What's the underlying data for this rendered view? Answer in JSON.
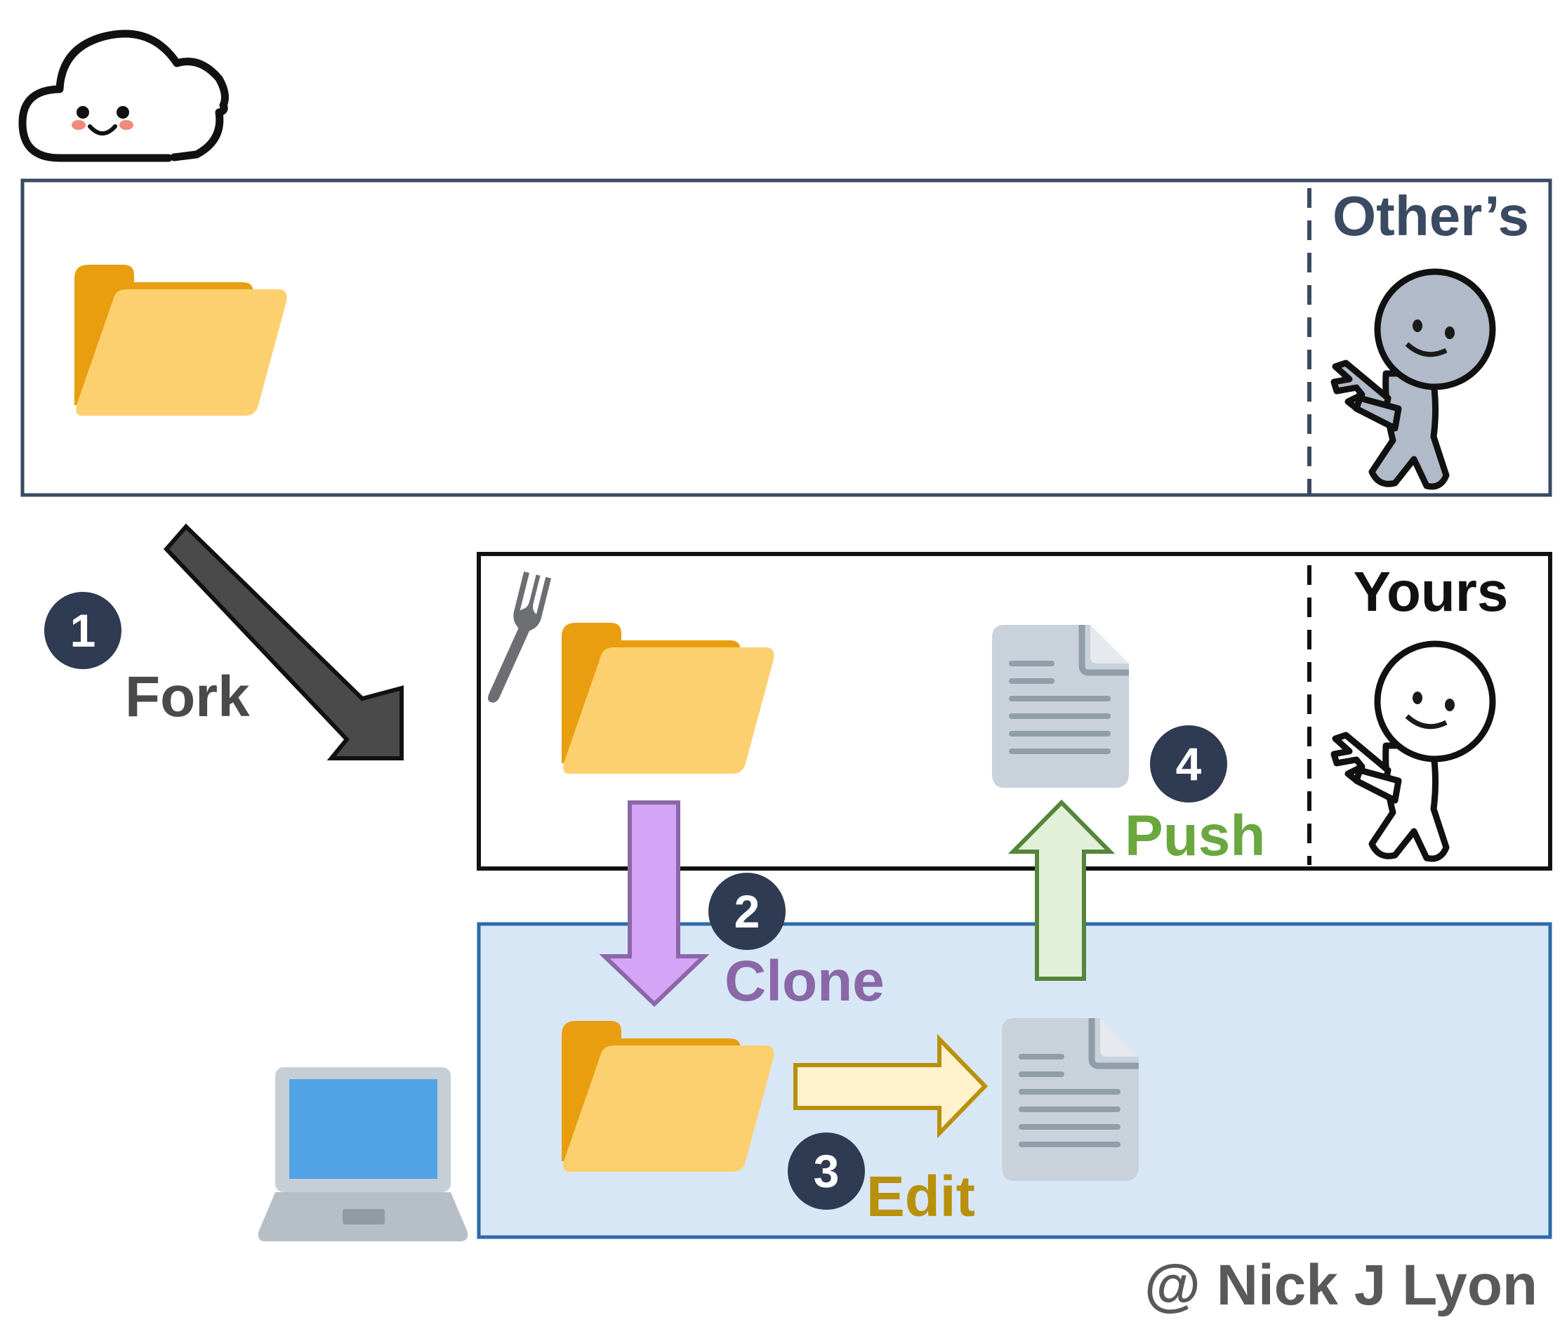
{
  "steps": {
    "fork": {
      "number": "1",
      "label": "Fork"
    },
    "clone": {
      "number": "2",
      "label": "Clone"
    },
    "edit": {
      "number": "3",
      "label": "Edit"
    },
    "push": {
      "number": "4",
      "label": "Push"
    }
  },
  "repos": {
    "others": {
      "owner_label": "Other’s"
    },
    "yours": {
      "owner_label": "Yours"
    }
  },
  "credit": "@ Nick J Lyon",
  "colors": {
    "navy": "#3a4a63",
    "badge": "#2e3b52",
    "fork_text": "#4a4a4a",
    "clone_purple": "#8a67a7",
    "clone_arrow_fill": "#d4a4f7",
    "edit_gold": "#b8900a",
    "edit_arrow_fill": "#fff2cc",
    "push_green": "#6aa83f",
    "push_arrow_fill": "#e2efd9",
    "local_fill": "#d8e7f6",
    "local_border": "#2e6aa8",
    "folder_back": "#e89e0f",
    "folder_front": "#fcd06f",
    "doc_fill": "#c9d2da",
    "stick_others": "#b0bac9",
    "stick_yours": "#ffffff",
    "credit_gray": "#595959"
  },
  "icons": [
    "cloud-icon",
    "folder-icon",
    "fork-icon",
    "document-icon",
    "laptop-icon",
    "stick-figure-icon"
  ]
}
